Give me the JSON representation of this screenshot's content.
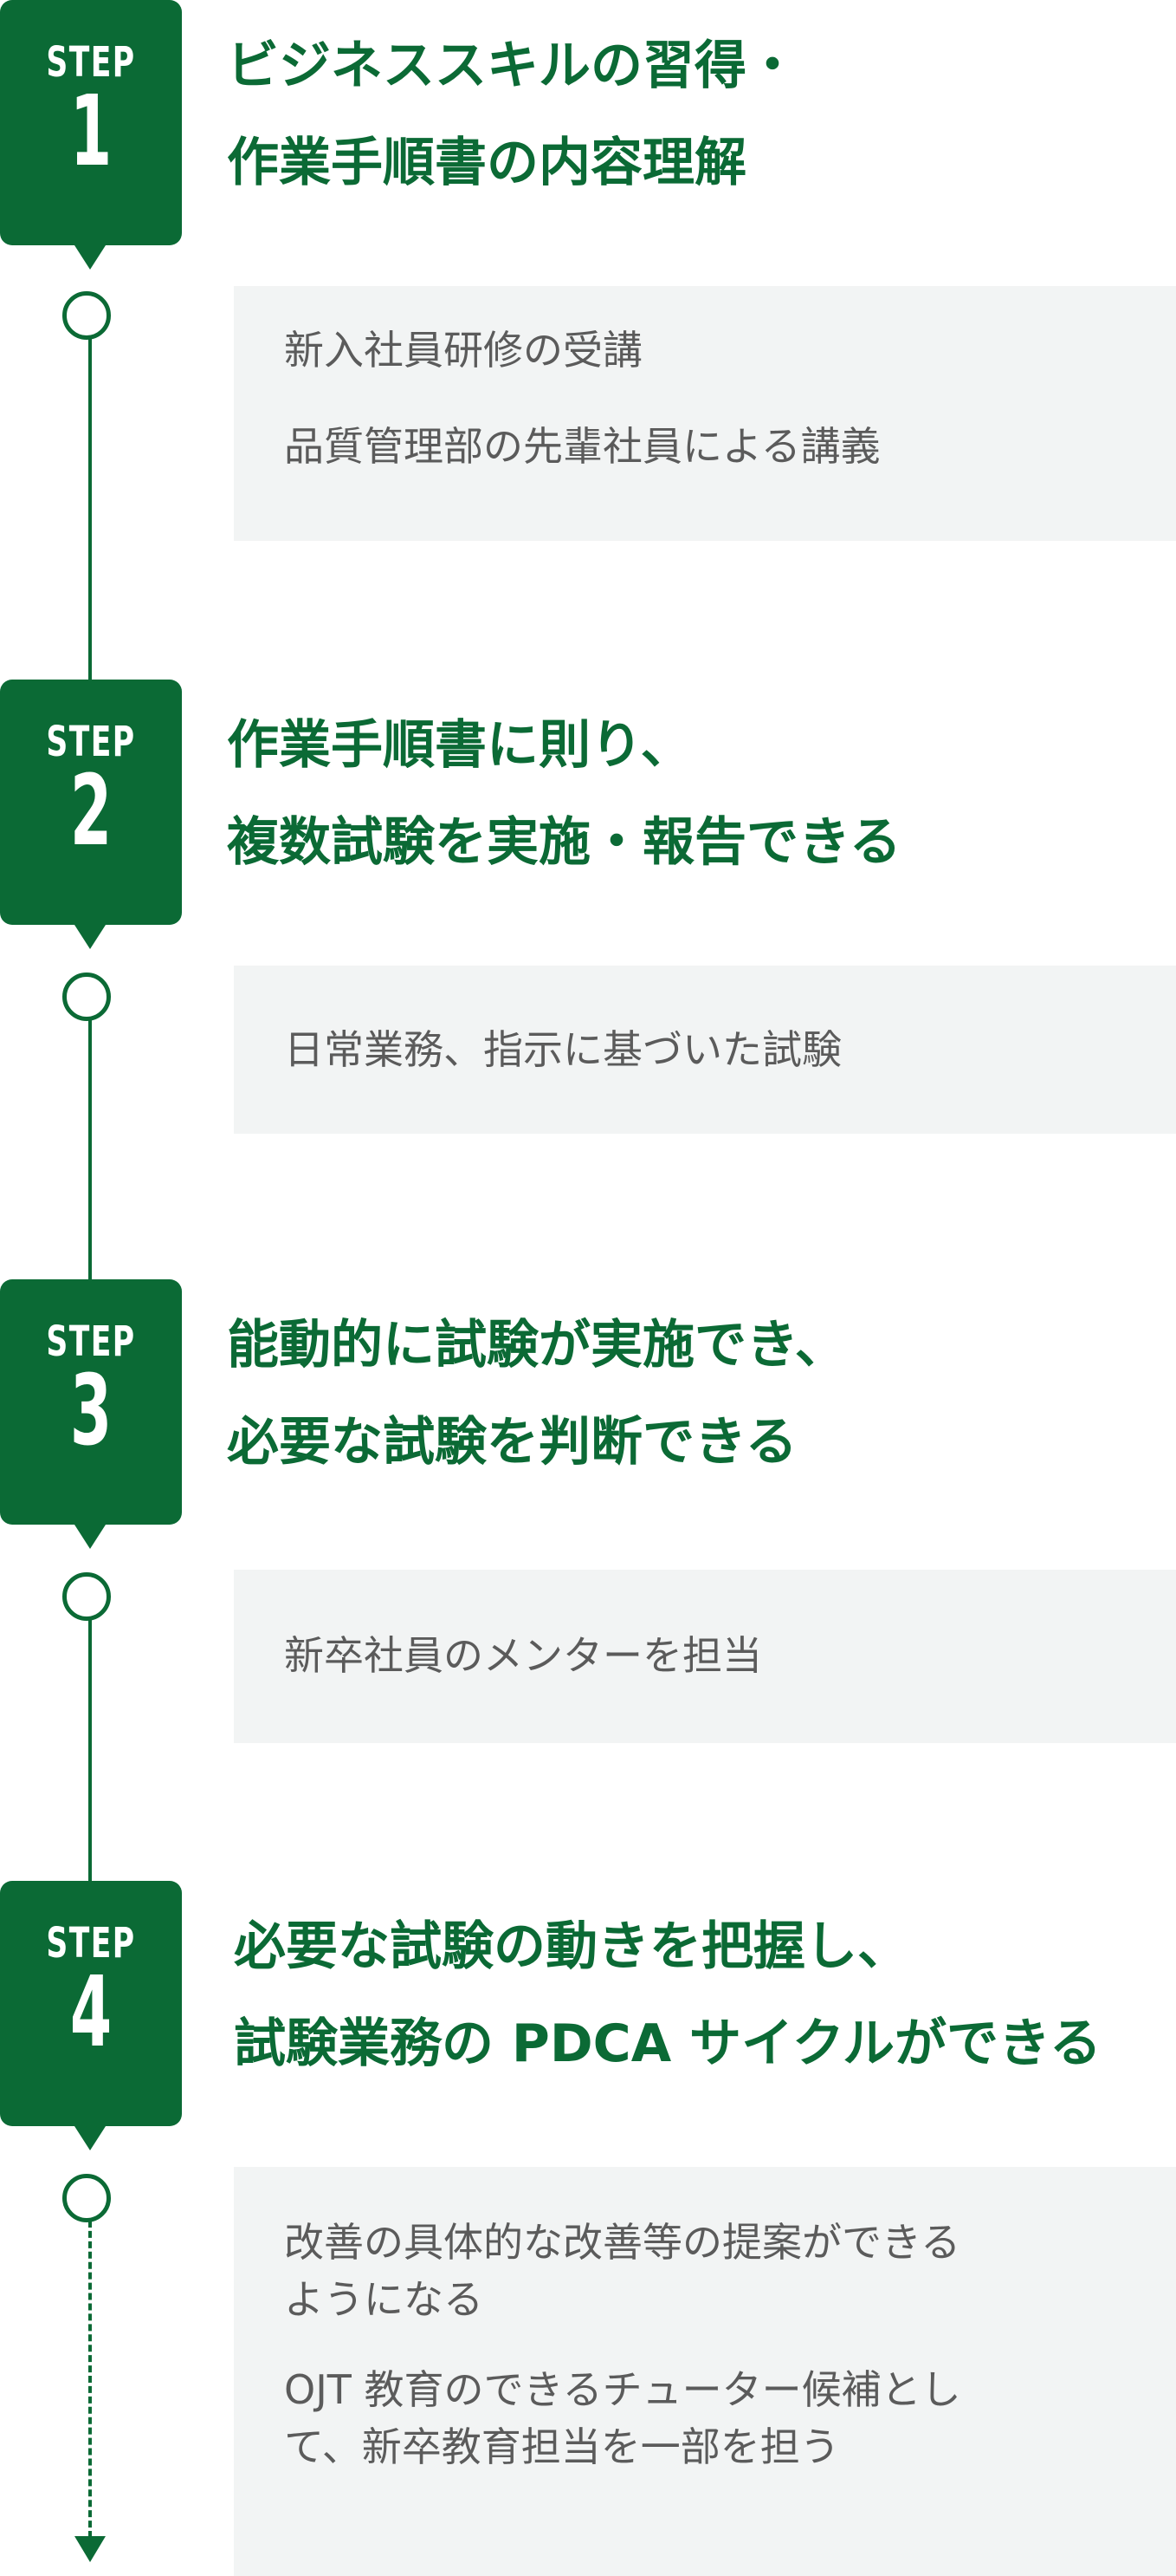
{
  "brand_color": "#0b6a35",
  "steps": [
    {
      "label": "STEP",
      "number": "1",
      "title_lines": [
        "ビジネススキルの習得・",
        "作業手順書の内容理解"
      ],
      "items": [
        "新入社員研修の受講",
        "品質管理部の先輩社員による講義"
      ]
    },
    {
      "label": "STEP",
      "number": "2",
      "title_lines": [
        "作業手順書に則り、",
        "複数試験を実施・報告できる"
      ],
      "items": [
        "日常業務、指示に基づいた試験"
      ]
    },
    {
      "label": "STEP",
      "number": "3",
      "title_lines": [
        "能動的に試験が実施でき、",
        "必要な試験を判断できる"
      ],
      "items": [
        "新卒社員のメンターを担当"
      ]
    },
    {
      "label": "STEP",
      "number": "4",
      "title_lines": [
        "必要な試験の動きを把握し、",
        "試験業務の PDCA サイクルができる"
      ],
      "items": [
        "改善の具体的な改善等の提案ができる",
        "ようになる",
        "OJT 教育のできるチューター候補とし",
        "て、新卒教育担当を一部を担う"
      ]
    }
  ]
}
